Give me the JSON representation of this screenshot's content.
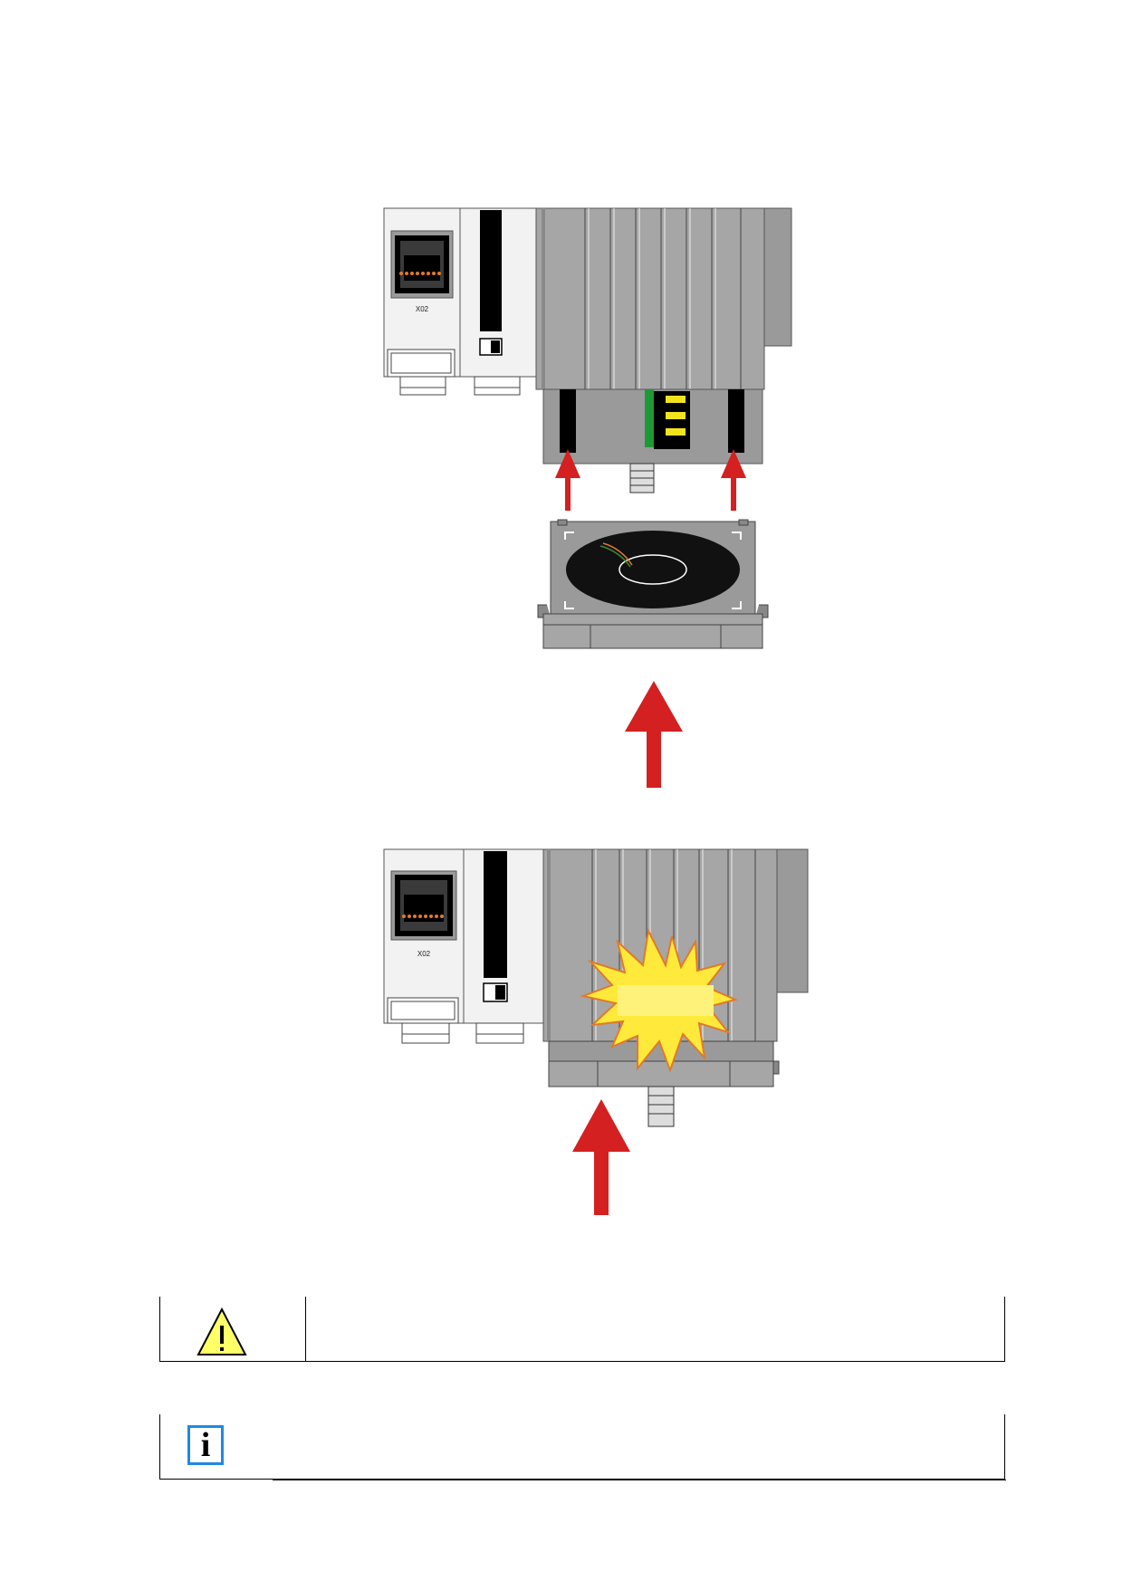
{
  "figure": {
    "port_label_top": "X02",
    "port_label_bottom": "X02"
  },
  "colors": {
    "arrow_red": "#d42020",
    "housing_gray": "#9a9a9a",
    "heatsink_gray": "#a6a6a6",
    "module_white": "#f2f2f2",
    "burst_yellow": "#ffe93a",
    "terminal_yellow": "#f3e31d",
    "terminal_green": "#1c9a36",
    "info_blue": "#1f88e6"
  },
  "notices": {
    "warning": {
      "icon": "warning-triangle-icon",
      "text": ""
    },
    "info": {
      "icon": "info-icon",
      "glyph": "i",
      "text": ""
    }
  }
}
